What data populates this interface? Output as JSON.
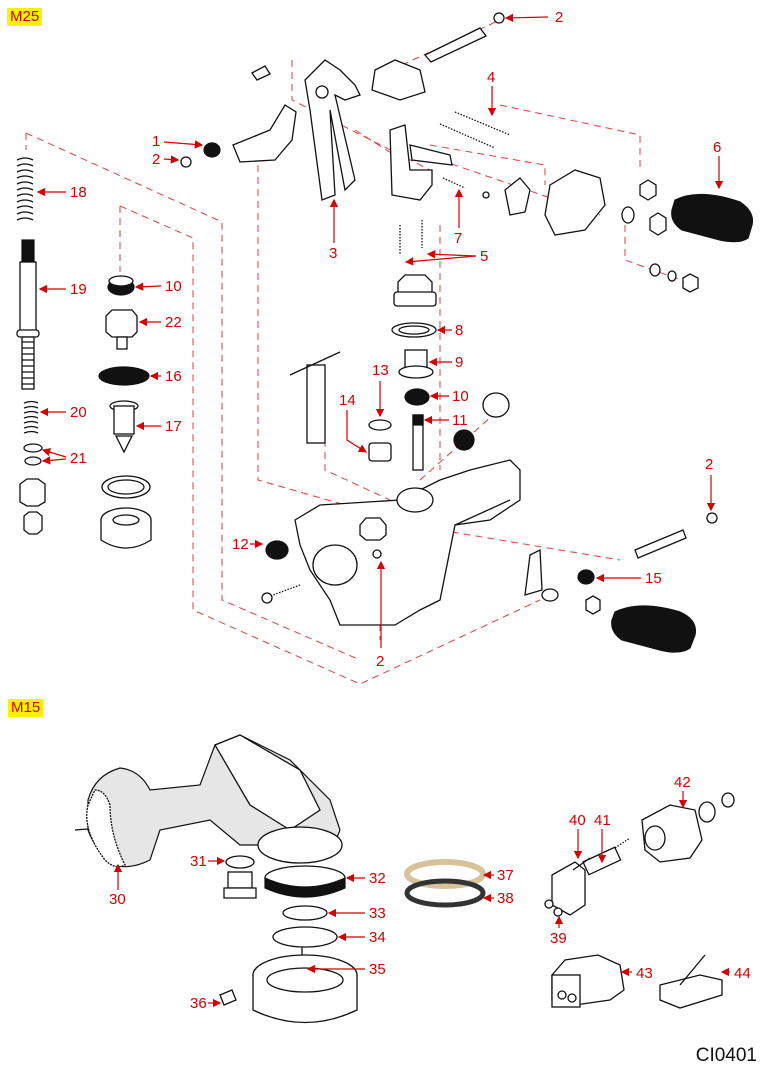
{
  "sections": [
    {
      "tag": "M25",
      "name": "group-m25"
    },
    {
      "tag": "M15",
      "name": "group-m15"
    }
  ],
  "document_code": "CI0401",
  "colors": {
    "callout": "#d40000",
    "tag_background": "#fff200",
    "dashed_line": "#e04040",
    "gasket_37": "#d8c29a",
    "gasket_38": "#333333"
  },
  "callouts_m25": [
    {
      "id": "c1",
      "label": "1"
    },
    {
      "id": "c2a",
      "label": "2"
    },
    {
      "id": "c2b",
      "label": "2"
    },
    {
      "id": "c2c",
      "label": "2"
    },
    {
      "id": "c2d",
      "label": "2"
    },
    {
      "id": "c3",
      "label": "3"
    },
    {
      "id": "c4",
      "label": "4"
    },
    {
      "id": "c5",
      "label": "5"
    },
    {
      "id": "c6",
      "label": "6"
    },
    {
      "id": "c7",
      "label": "7"
    },
    {
      "id": "c8",
      "label": "8"
    },
    {
      "id": "c9",
      "label": "9"
    },
    {
      "id": "c10a",
      "label": "10"
    },
    {
      "id": "c10b",
      "label": "10"
    },
    {
      "id": "c11",
      "label": "11"
    },
    {
      "id": "c12",
      "label": "12"
    },
    {
      "id": "c13",
      "label": "13"
    },
    {
      "id": "c14",
      "label": "14"
    },
    {
      "id": "c15",
      "label": "15"
    },
    {
      "id": "c16",
      "label": "16"
    },
    {
      "id": "c17",
      "label": "17"
    },
    {
      "id": "c18",
      "label": "18"
    },
    {
      "id": "c19",
      "label": "19"
    },
    {
      "id": "c20",
      "label": "20"
    },
    {
      "id": "c21",
      "label": "21"
    },
    {
      "id": "c22",
      "label": "22"
    }
  ],
  "callouts_m15": [
    {
      "id": "c30",
      "label": "30"
    },
    {
      "id": "c31",
      "label": "31"
    },
    {
      "id": "c32",
      "label": "32"
    },
    {
      "id": "c33",
      "label": "33"
    },
    {
      "id": "c34",
      "label": "34"
    },
    {
      "id": "c35",
      "label": "35"
    },
    {
      "id": "c36",
      "label": "36"
    },
    {
      "id": "c37",
      "label": "37"
    },
    {
      "id": "c38",
      "label": "38"
    },
    {
      "id": "c39",
      "label": "39"
    },
    {
      "id": "c40",
      "label": "40"
    },
    {
      "id": "c41",
      "label": "41"
    },
    {
      "id": "c42",
      "label": "42"
    },
    {
      "id": "c43",
      "label": "43"
    },
    {
      "id": "c44",
      "label": "44"
    }
  ]
}
